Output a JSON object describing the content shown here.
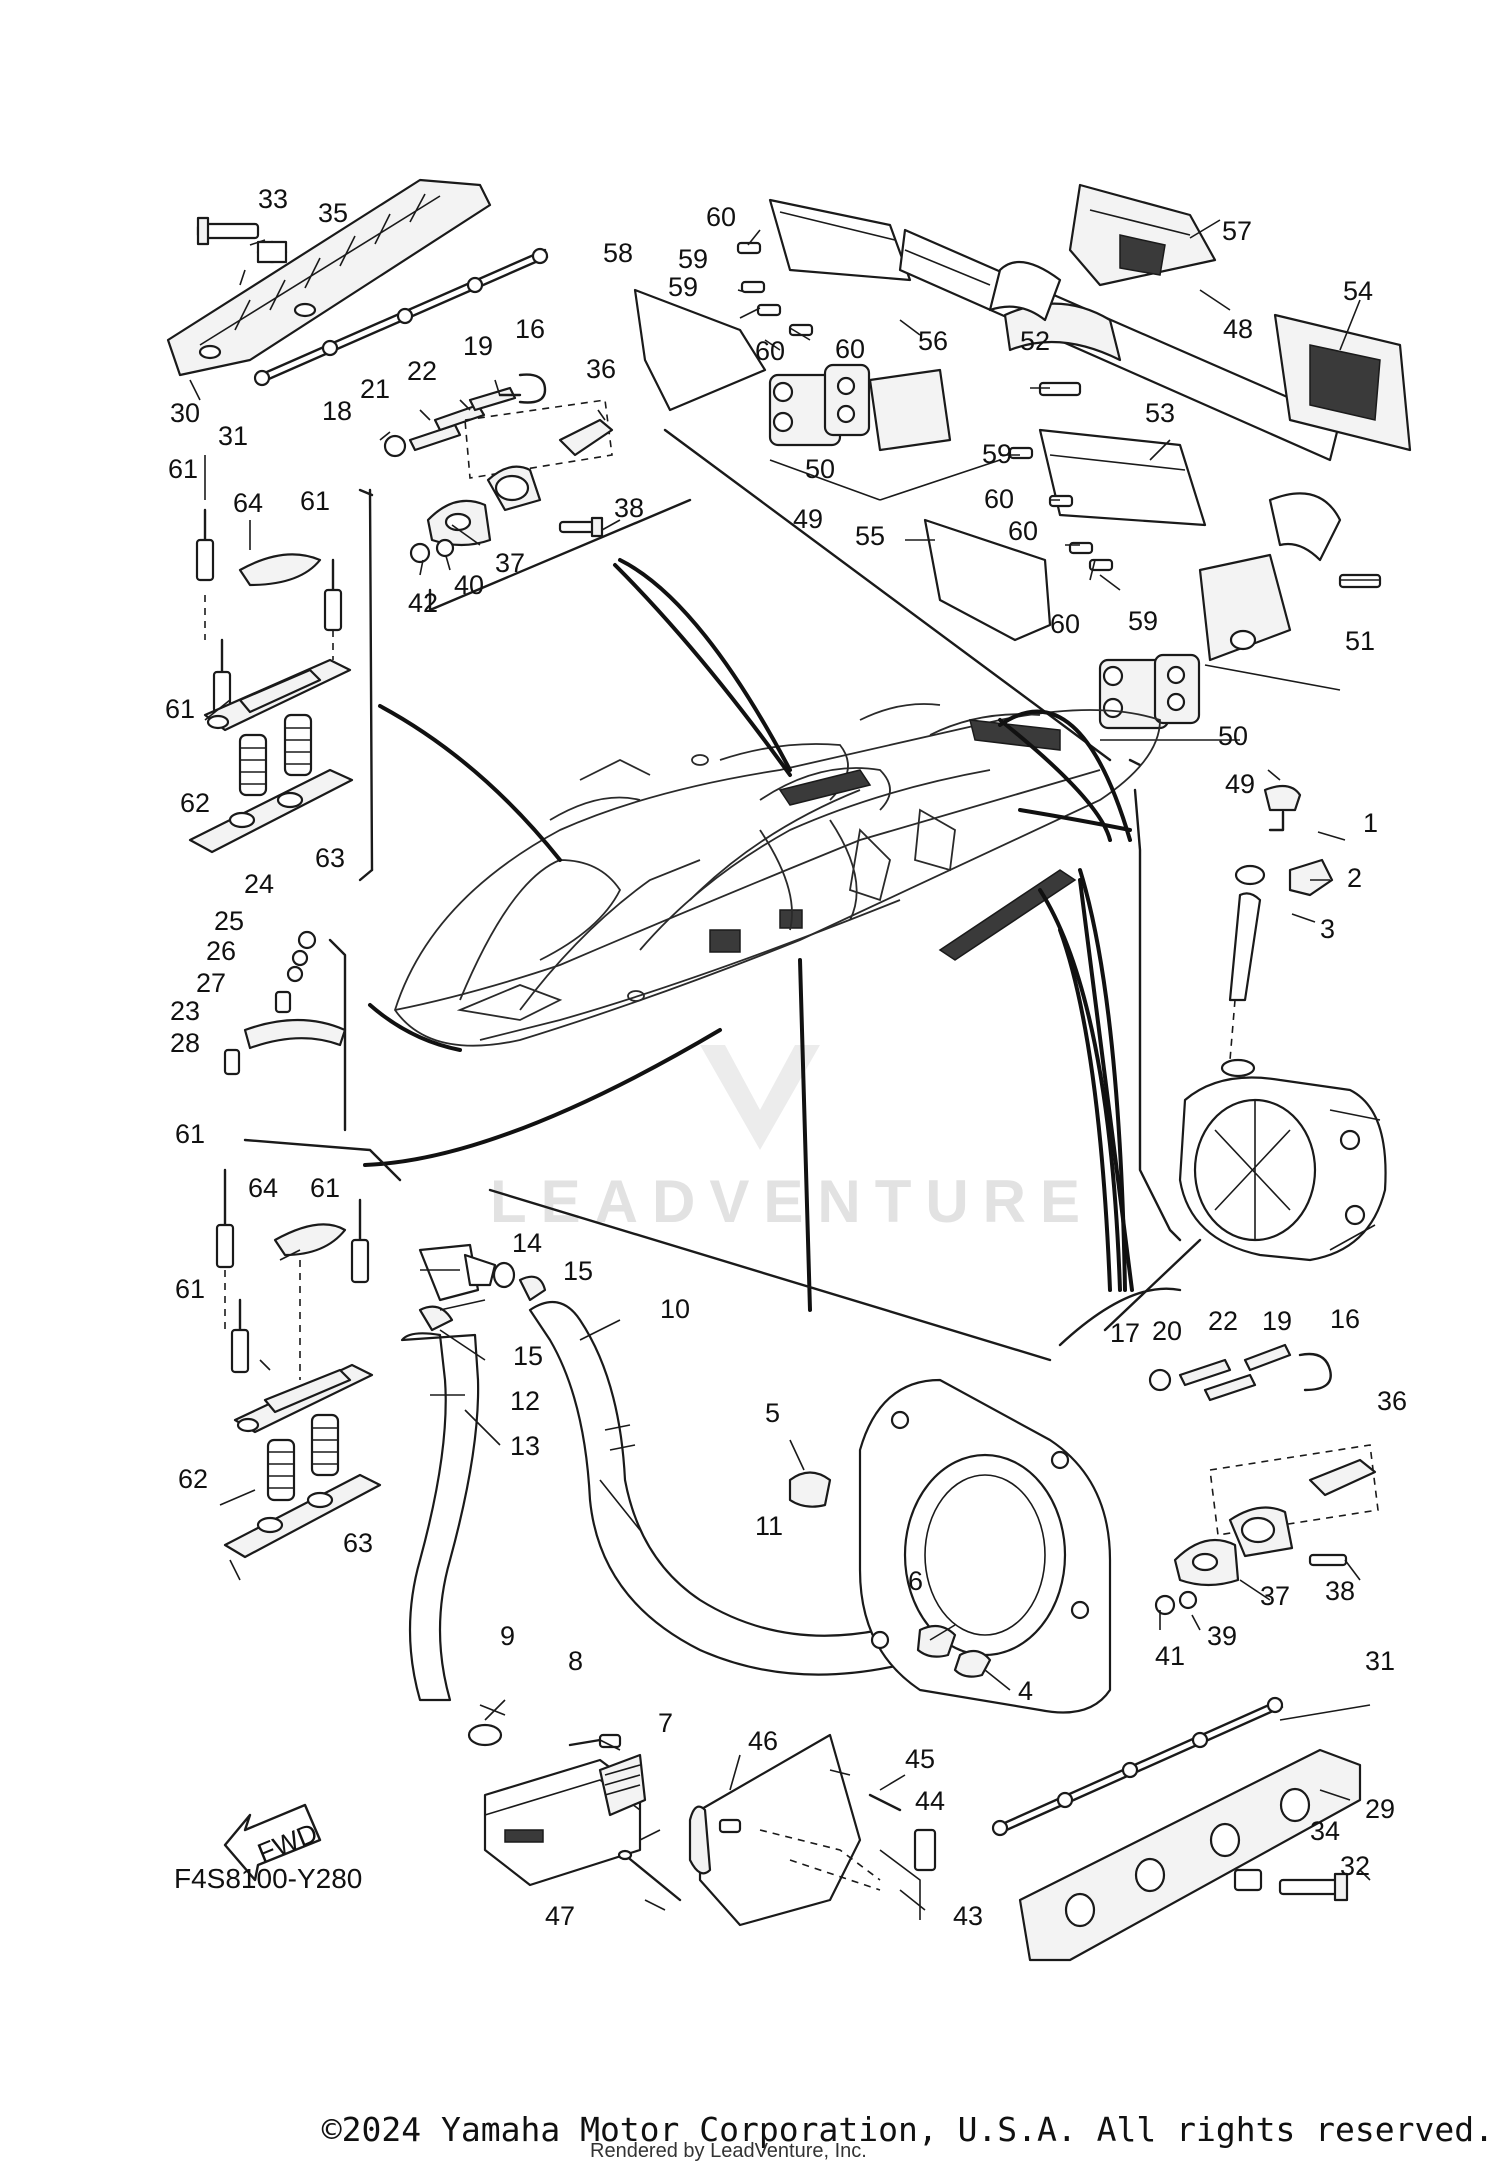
{
  "diagram": {
    "code": "F4S8100-Y280",
    "fwd_label": "FWD",
    "watermark": "LEADVENTURE",
    "copyright": "©2024 Yamaha Motor Corporation, U.S.A. All rights reserved.",
    "rendered_by": "Rendered by LeadVenture, Inc."
  },
  "callouts": [
    "1",
    "2",
    "3",
    "4",
    "5",
    "6",
    "7",
    "8",
    "9",
    "10",
    "11",
    "12",
    "13",
    "14",
    "15",
    "16",
    "17",
    "18",
    "19",
    "20",
    "21",
    "22",
    "23",
    "24",
    "25",
    "26",
    "27",
    "28",
    "29",
    "30",
    "31",
    "32",
    "33",
    "34",
    "35",
    "36",
    "37",
    "38",
    "39",
    "40",
    "41",
    "42",
    "43",
    "44",
    "45",
    "46",
    "47",
    "48",
    "49",
    "50",
    "51",
    "52",
    "53",
    "54",
    "55",
    "56",
    "57",
    "58",
    "59",
    "60",
    "61",
    "62",
    "63",
    "64"
  ]
}
